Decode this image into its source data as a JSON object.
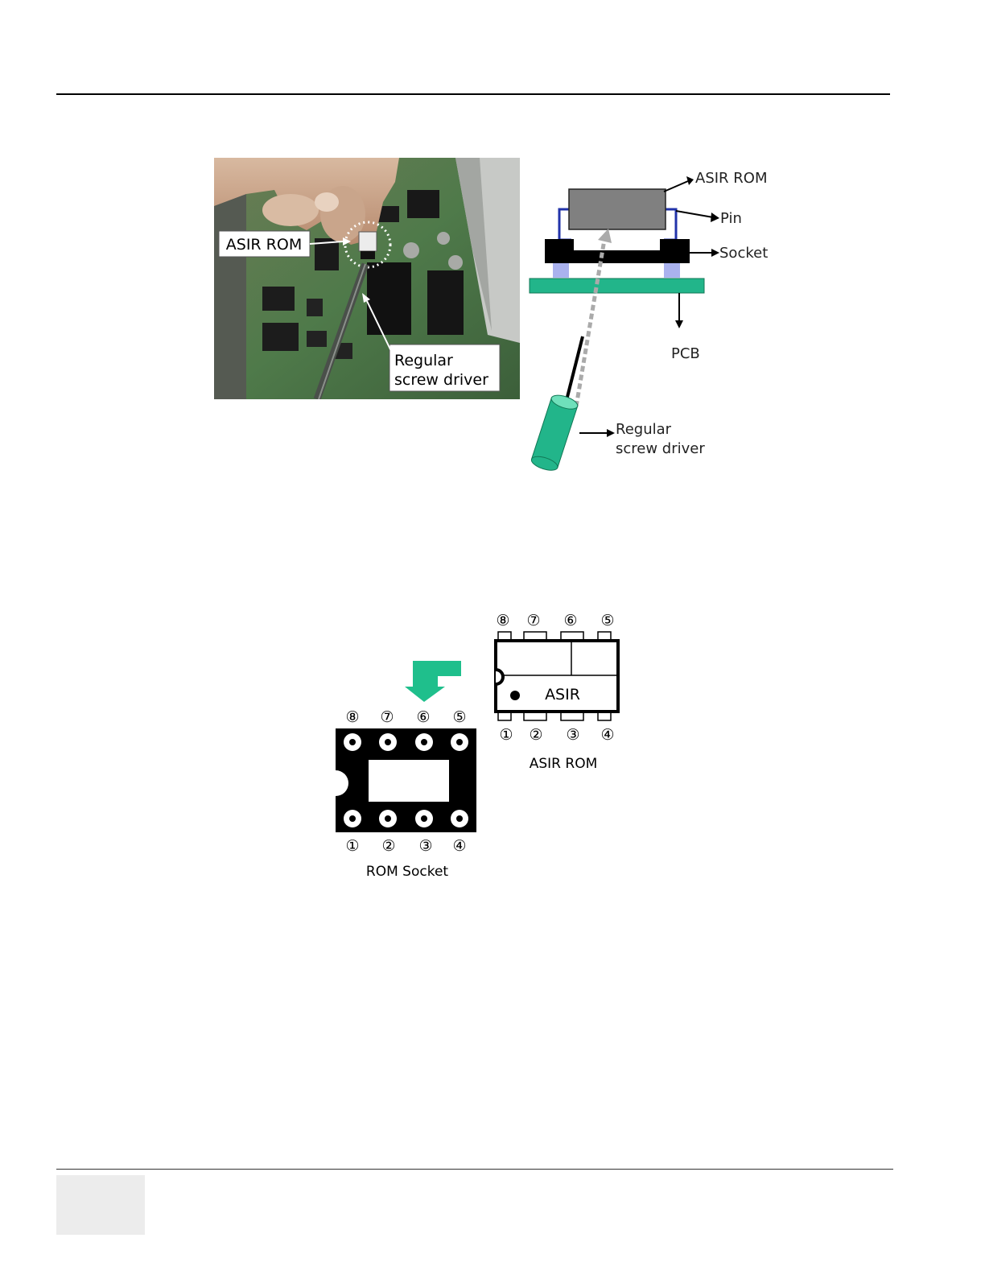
{
  "photo": {
    "label_rom": "ASIR ROM",
    "label_driver_line1": "Regular",
    "label_driver_line2": "screw driver"
  },
  "cross_section": {
    "label_rom": "ASIR ROM",
    "label_pin": "Pin",
    "label_socket": "Socket",
    "label_pcb": "PCB",
    "label_driver_line1": "Regular",
    "label_driver_line2": "screw driver"
  },
  "pinout": {
    "rom_top_pins": [
      "⑧",
      "⑦",
      "⑥",
      "⑤"
    ],
    "rom_bottom_pins": [
      "①",
      "②",
      "③",
      "④"
    ],
    "rom_chip_label": "ASIR",
    "rom_caption": "ASIR ROM",
    "socket_top_pins": [
      "⑧",
      "⑦",
      "⑥",
      "⑤"
    ],
    "socket_bottom_pins": [
      "①",
      "②",
      "③",
      "④"
    ],
    "socket_caption": "ROM Socket"
  },
  "colors": {
    "pcb": "#22b58a",
    "arrow": "#1fbf8c",
    "pin_wire": "#2233aa",
    "chip": "#808080"
  }
}
